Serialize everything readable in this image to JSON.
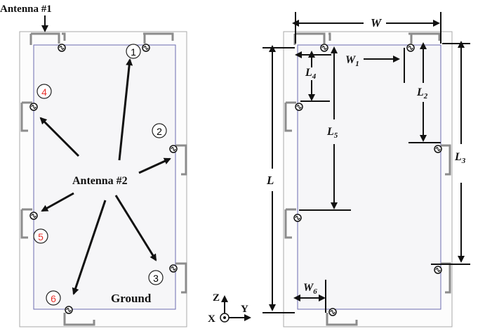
{
  "left_panel": {
    "antenna1_label": "Antenna #1",
    "antenna2_label": "Antenna #2",
    "ground_label": "Ground",
    "ports": [
      {
        "number": "1",
        "color": "#222222"
      },
      {
        "number": "2",
        "color": "#222222"
      },
      {
        "number": "3",
        "color": "#222222"
      },
      {
        "number": "4",
        "color": "#e8332e"
      },
      {
        "number": "5",
        "color": "#e8332e"
      },
      {
        "number": "6",
        "color": "#e8332e"
      }
    ]
  },
  "right_panel": {
    "dimensions": {
      "W": "W",
      "W1": "W",
      "W1_sub": "1",
      "L": "L",
      "L2": "L",
      "L2_sub": "2",
      "L3": "L",
      "L3_sub": "3",
      "L4": "L",
      "L4_sub": "4",
      "L5": "L",
      "L5_sub": "5",
      "W6": "W",
      "W6_sub": "6"
    },
    "axes": {
      "z": "Z",
      "y": "Y",
      "x": "X"
    }
  },
  "colors": {
    "board_outline": "#a9a9a9",
    "ground_outline": "#6b6bb0",
    "ground_fill": "#f6f6f8",
    "antenna_trace": "#8c8c8c",
    "arrow": "#111111",
    "red_port": "#e8332e"
  }
}
